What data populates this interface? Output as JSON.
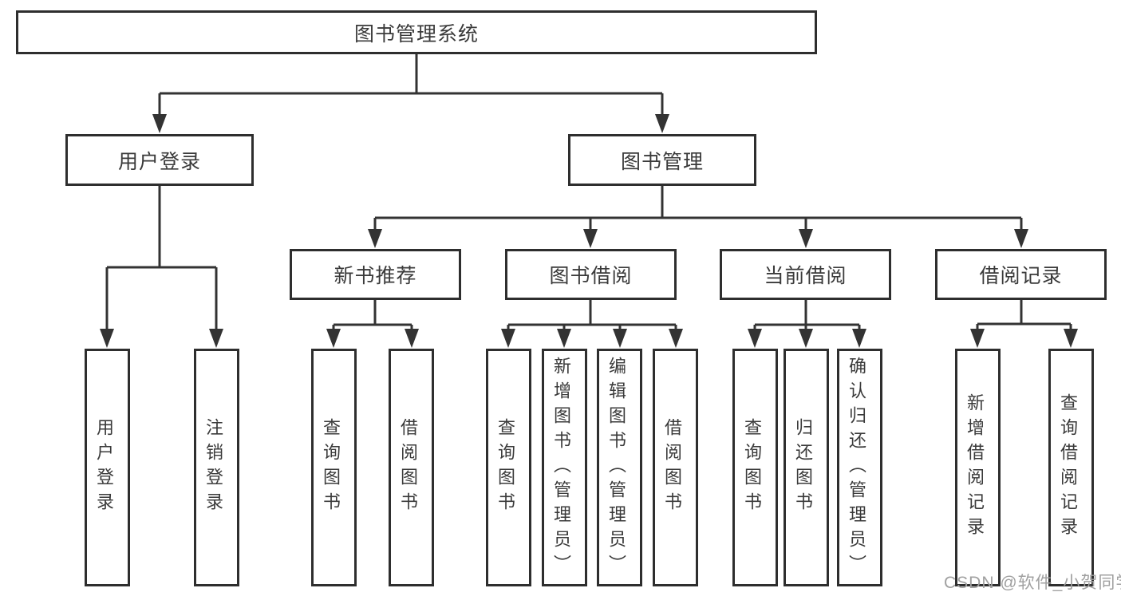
{
  "diagram": {
    "title": "图书管理系统",
    "level2": [
      {
        "label": "用户登录"
      },
      {
        "label": "图书管理"
      }
    ],
    "level3": [
      {
        "label": "新书推荐",
        "parent": "图书管理"
      },
      {
        "label": "图书借阅",
        "parent": "图书管理"
      },
      {
        "label": "当前借阅",
        "parent": "图书管理"
      },
      {
        "label": "借阅记录",
        "parent": "图书管理"
      }
    ],
    "leaves": [
      {
        "label": "用户登录",
        "parent": "用户登录"
      },
      {
        "label": "注销登录",
        "parent": "用户登录"
      },
      {
        "label": "查询图书",
        "parent": "新书推荐"
      },
      {
        "label": "借阅图书",
        "parent": "新书推荐"
      },
      {
        "label": "查询图书",
        "parent": "图书借阅"
      },
      {
        "label": "新增图书（管理员）",
        "parent": "图书借阅"
      },
      {
        "label": "编辑图书（管理员）",
        "parent": "图书借阅"
      },
      {
        "label": "借阅图书",
        "parent": "图书借阅"
      },
      {
        "label": "查询图书",
        "parent": "当前借阅"
      },
      {
        "label": "归还图书",
        "parent": "当前借阅"
      },
      {
        "label": "确认归还（管理员）",
        "parent": "当前借阅"
      },
      {
        "label": "新增借阅记录",
        "parent": "借阅记录"
      },
      {
        "label": "查询借阅记录",
        "parent": "借阅记录"
      }
    ],
    "watermark": "CSDN @软件_小贺同学",
    "colors": {
      "line": "#333333",
      "border": "#2e2e2e",
      "text": "#3a3a3a",
      "background": "#ffffff",
      "watermark": "#a0a0a0"
    }
  }
}
